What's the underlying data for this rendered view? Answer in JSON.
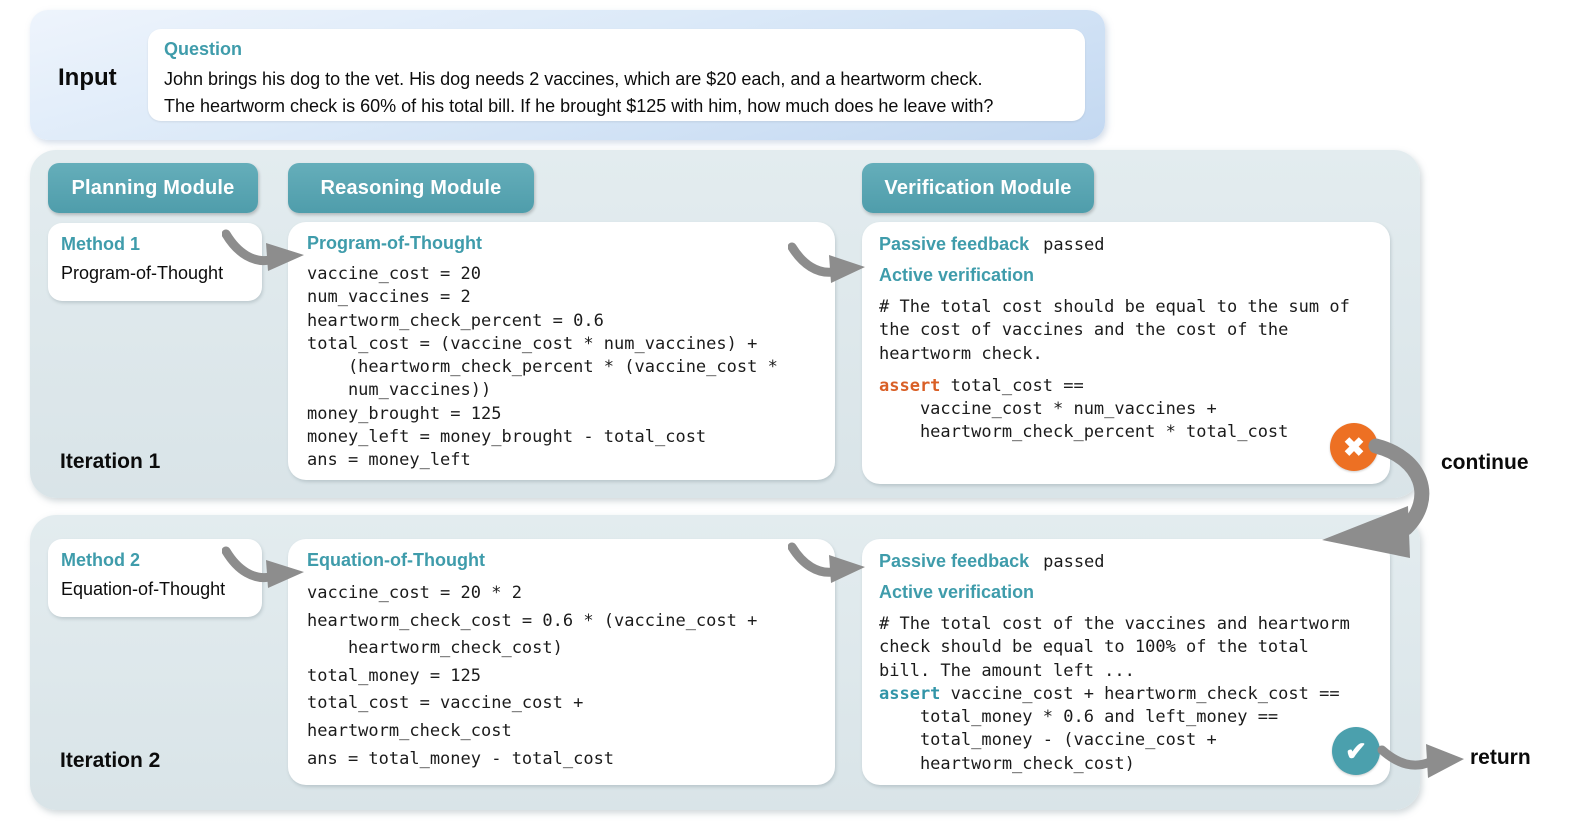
{
  "input": {
    "label": "Input",
    "question": {
      "title": "Question",
      "lines": [
        "John brings his dog to the vet. His dog needs 2 vaccines, which are $20 each, and a heartworm check.",
        "The heartworm check is 60% of his total bill. If he brought $125 with him, how much does he leave with?"
      ]
    }
  },
  "module_headers": {
    "planning": "Planning Module",
    "reasoning": "Reasoning Module",
    "verification": "Verification Module"
  },
  "iterations": [
    {
      "label": "Iteration 1",
      "method": {
        "title": "Method 1",
        "name": "Program-of-Thought"
      },
      "reasoning": {
        "title": "Program-of-Thought",
        "code": [
          "vaccine_cost = 20",
          "num_vaccines = 2",
          "heartworm_check_percent = 0.6",
          "total_cost = (vaccine_cost * num_vaccines) +",
          "    (heartworm_check_percent * (vaccine_cost *",
          "    num_vaccines))",
          "money_brought = 125",
          "money_left = money_brought - total_cost",
          "ans = money_left"
        ]
      },
      "verification": {
        "passive_label": "Passive feedback",
        "passive_value": "passed",
        "active_label": "Active verification",
        "comment": [
          "# The total cost should be equal to the sum of",
          "the cost of vaccines and the cost of the",
          "heartworm check."
        ],
        "assert_keyword": "assert",
        "assert_rest": " total_cost ==",
        "assert_continuation": [
          "    vaccine_cost * num_vaccines +",
          "    heartworm_check_percent * total_cost"
        ],
        "result": "failed",
        "result_icon": "cross-icon",
        "result_glyph": "✖"
      },
      "flow_label": "continue"
    },
    {
      "label": "Iteration 2",
      "method": {
        "title": "Method 2",
        "name": "Equation-of-Thought"
      },
      "reasoning": {
        "title": "Equation-of-Thought",
        "code": [
          "vaccine_cost = 20 * 2",
          "heartworm_check_cost = 0.6 * (vaccine_cost +",
          "    heartworm_check_cost)",
          "total_money = 125",
          "total_cost = vaccine_cost +",
          "heartworm_check_cost",
          "ans = total_money - total_cost"
        ]
      },
      "verification": {
        "passive_label": "Passive feedback",
        "passive_value": "passed",
        "active_label": "Active verification",
        "comment": [
          "# The total cost of the vaccines and heartworm",
          "check should be equal to 100% of the total",
          "bill. The amount left ..."
        ],
        "assert_keyword": "assert",
        "assert_rest": " vaccine_cost + heartworm_check_cost ==",
        "assert_continuation": [
          "    total_money * 0.6 and left_money ==",
          "    total_money - (vaccine_cost +",
          "    heartworm_check_cost)"
        ],
        "result": "passed",
        "result_icon": "check-icon",
        "result_glyph": "✔"
      },
      "flow_label": "return"
    }
  ],
  "colors": {
    "module_header": "#57a3b1",
    "accent_teal_text": "#3f9cab",
    "fail_orange": "#ed7023",
    "pass_teal": "#4ba0ad",
    "assert_keyword_iter1": "#d95f26",
    "assert_keyword_iter2": "#3295a8",
    "arrow_gray": "#8d8d8d",
    "panel_bg": "#dee8eb",
    "input_panel_bg": "#d5e5f6"
  }
}
